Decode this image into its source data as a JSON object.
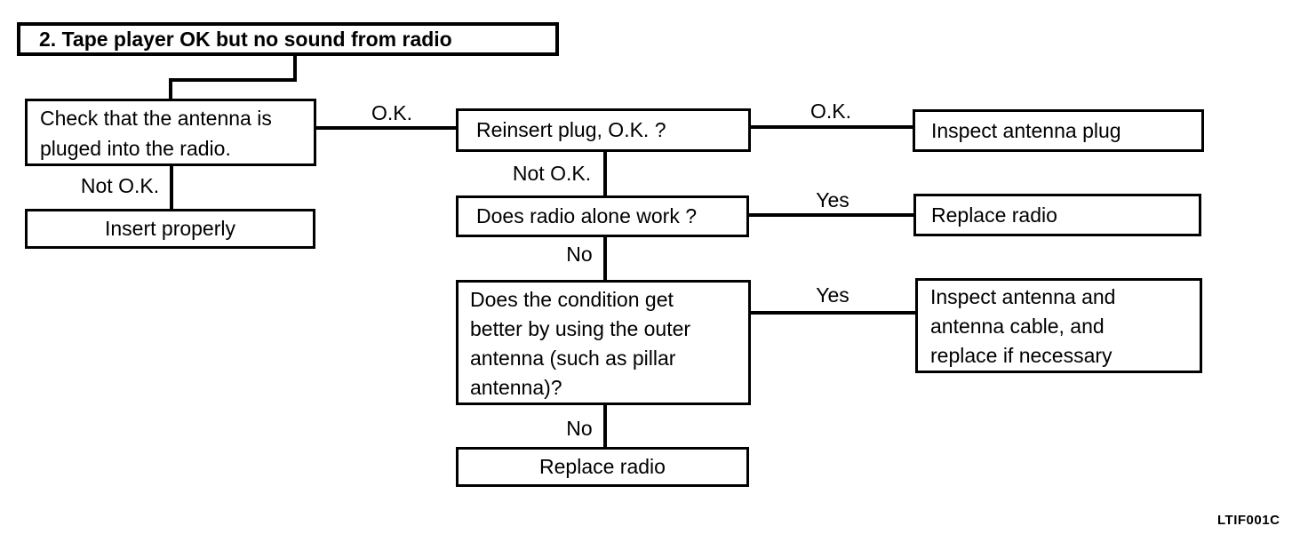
{
  "diagram": {
    "title": "2. Tape player OK but no sound from radio",
    "figure_code": "LTIF001C",
    "nodes": {
      "check_antenna": "Check that the antenna is\npluged into the radio.",
      "insert_properly": "Insert properly",
      "reinsert_plug": "Reinsert plug, O.K. ?",
      "inspect_plug": "Inspect antenna plug",
      "radio_alone": "Does radio alone work ?",
      "replace_radio_right": "Replace radio",
      "condition_better": "Does the condition get\nbetter by using the outer\nantenna (such as pillar\nantenna)?",
      "inspect_cable": "Inspect antenna and\nantenna cable, and\nreplace if necessary",
      "replace_radio_bottom": "Replace radio"
    },
    "edge_labels": {
      "ok_1": "O.K.",
      "not_ok_1": "Not O.K.",
      "ok_2": "O.K.",
      "not_ok_2": "Not O.K.",
      "yes_1": "Yes",
      "no_1": "No",
      "yes_2": "Yes",
      "no_2": "No"
    },
    "colors": {
      "ink": "#000000",
      "background": "#ffffff"
    }
  }
}
